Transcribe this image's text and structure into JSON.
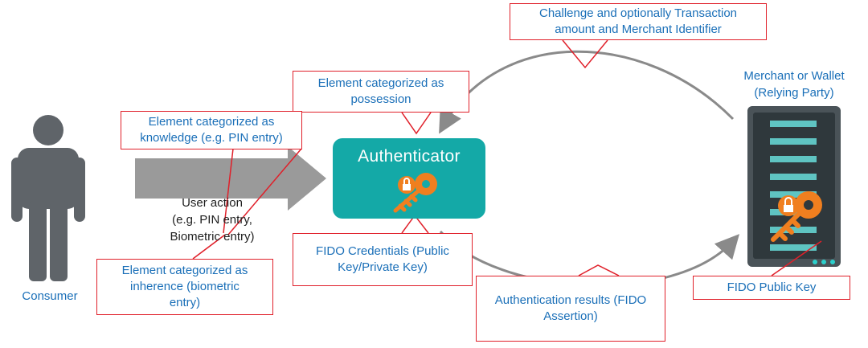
{
  "callouts": {
    "challenge": "Challenge and optionally Transaction\namount and Merchant Identifier",
    "possession": "Element categorized as\npossession",
    "knowledge": "Element categorized as\nknowledge (e.g. PIN entry)",
    "inherence": "Element categorized as\ninherence (biometric\nentry)",
    "fido_credentials": "FIDO Credentials (Public\nKey/Private Key)",
    "auth_results": "Authentication results (FIDO\nAssertion)",
    "fido_public_key": "FIDO Public Key"
  },
  "labels": {
    "consumer": "Consumer",
    "user_action": "User action\n(e.g. PIN entry,\nBiometric entry)",
    "authenticator": "Authenticator",
    "merchant": "Merchant or Wallet\n(Relying Party)"
  },
  "colors": {
    "text_blue": "#1a6fb8",
    "callout_border": "#e0202a",
    "authenticator": "#14a9a7",
    "key_orange": "#f07f1f",
    "person_gray": "#5f6469",
    "arrow_gray": "#9a9a9a"
  },
  "icons": {
    "person": "person-silhouette-icon",
    "key": "key-with-padlock-icon",
    "server": "server-rack-icon"
  }
}
